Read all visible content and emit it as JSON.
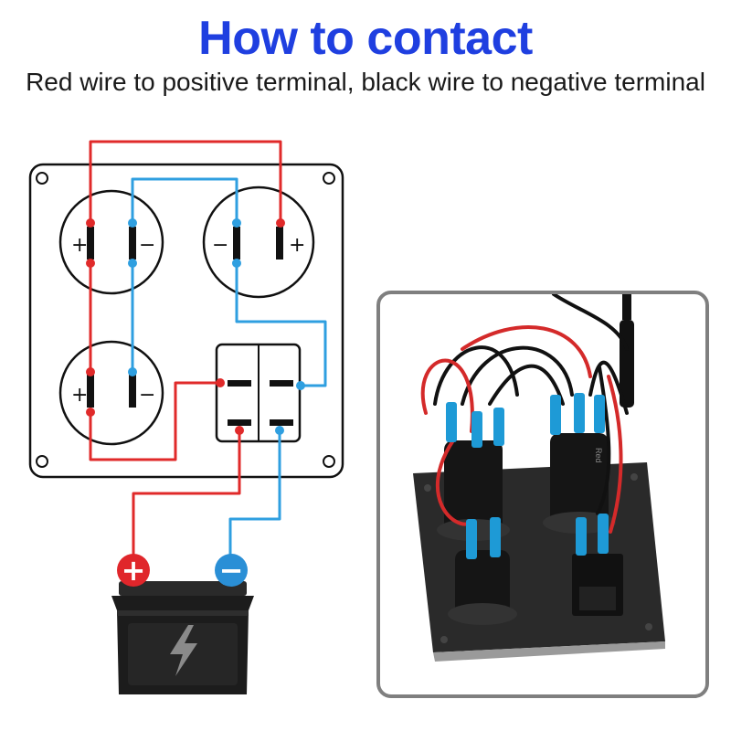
{
  "header": {
    "title": "How to contact",
    "subtitle": "Red wire to positive terminal, black wire to negative terminal"
  },
  "diagram": {
    "sockets": [
      {
        "left_sign": "+",
        "right_sign": "−"
      },
      {
        "left_sign": "−",
        "right_sign": "+"
      },
      {
        "left_sign": "+",
        "right_sign": "−"
      }
    ],
    "battery": {
      "positive_symbol": "+",
      "negative_symbol": "−",
      "icon": "lightning-bolt-icon"
    }
  },
  "photo": {
    "label": "Red"
  },
  "colors": {
    "title": "#1f3fe0",
    "positive_wire": "#e02a2a",
    "negative_wire": "#2f9fe0",
    "terminal_blue": "#1e9ad6",
    "panel_black": "#111111"
  }
}
